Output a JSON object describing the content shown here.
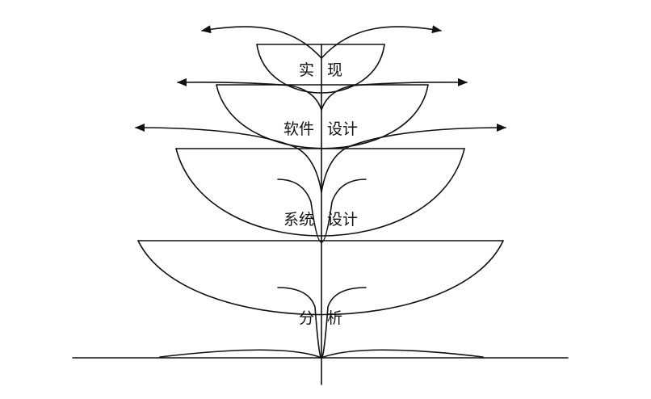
{
  "diagram": {
    "stages": {
      "implementation": {
        "left": "实",
        "right": "现"
      },
      "software_design": {
        "left": "软件",
        "right": "设计"
      },
      "system_design": {
        "left": "系统",
        "right": "设计"
      },
      "analysis": {
        "left": "分",
        "right": "析"
      }
    }
  }
}
